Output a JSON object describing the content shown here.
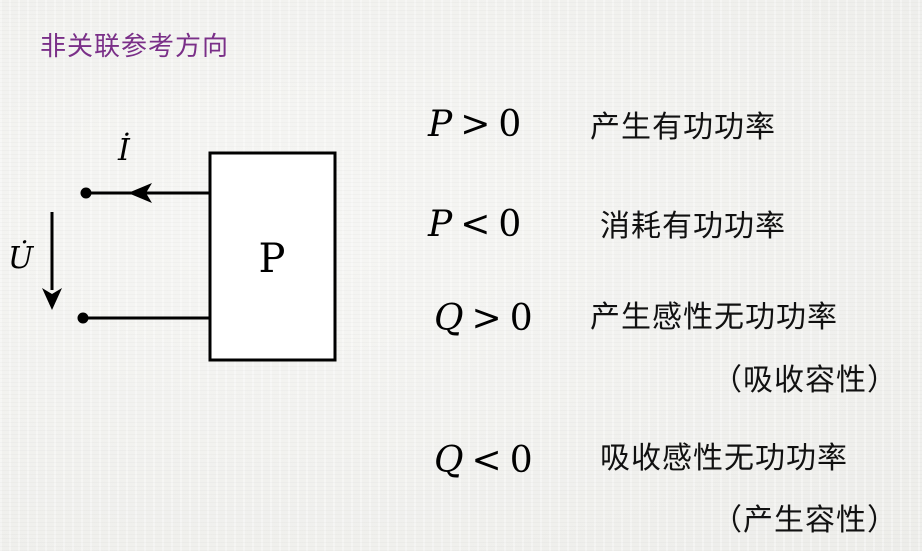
{
  "title": "非关联参考方向",
  "circuit": {
    "current_symbol": "İ",
    "voltage_symbol": "U̇",
    "box_label": "P"
  },
  "conditions": [
    {
      "var": "P",
      "op": ">",
      "val": "0",
      "desc": "产生有功功率",
      "note": ""
    },
    {
      "var": "P",
      "op": "<",
      "val": "0",
      "desc": "消耗有功功率",
      "note": ""
    },
    {
      "var": "Q",
      "op": ">",
      "val": "0",
      "desc": "产生感性无功功率",
      "note": "（吸收容性）"
    },
    {
      "var": "Q",
      "op": "<",
      "val": "0",
      "desc": "吸收感性无功功率",
      "note": "（产生容性）"
    }
  ]
}
